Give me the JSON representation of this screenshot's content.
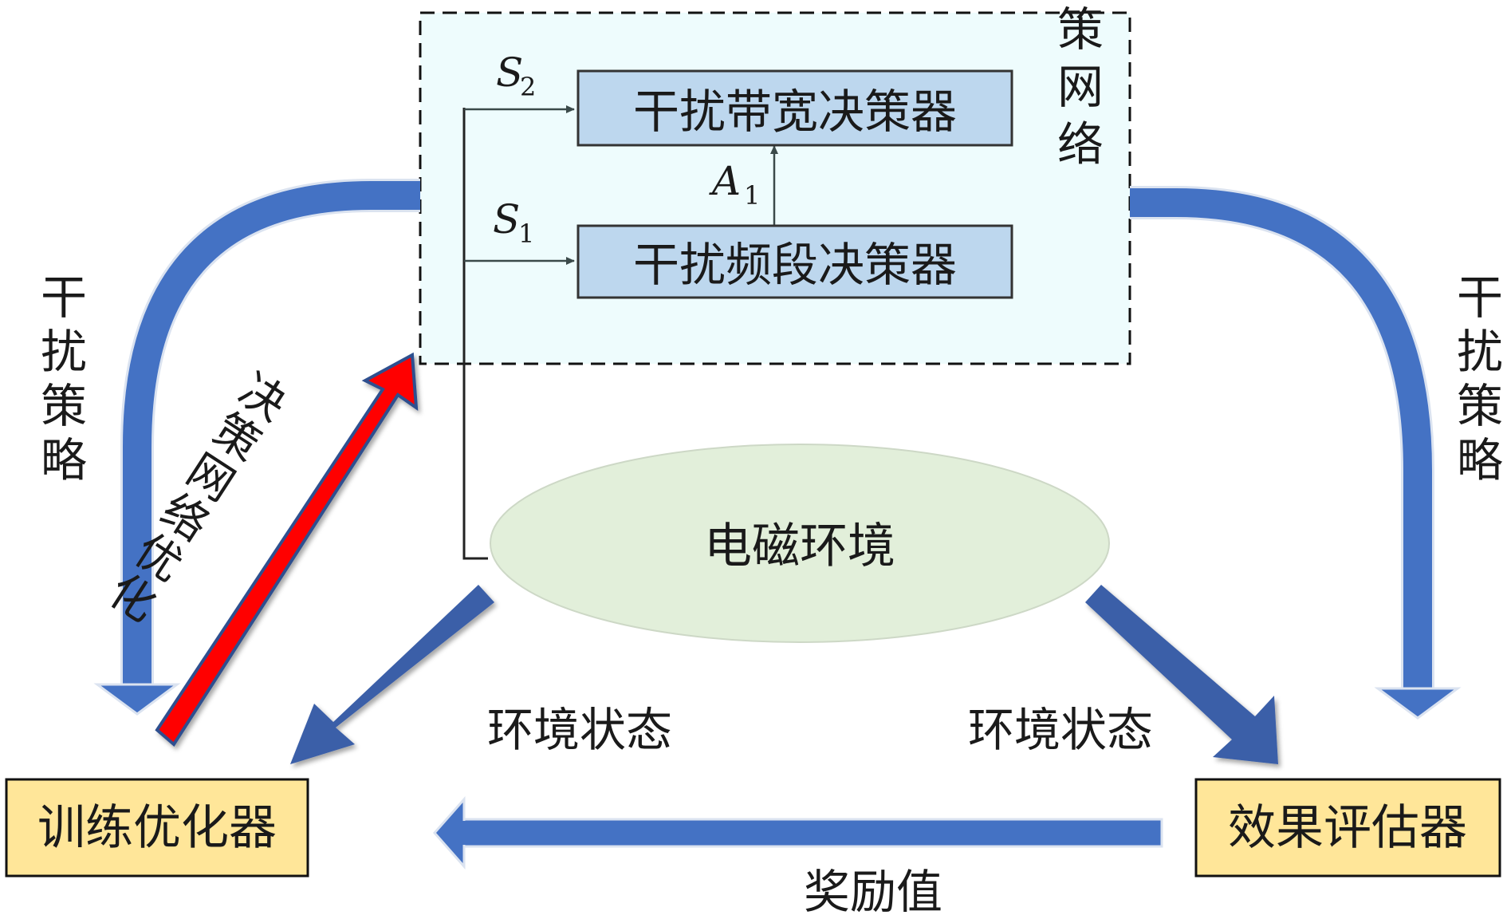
{
  "network": {
    "label": "决策网络",
    "band_decider": "干扰带宽决策器",
    "freq_decider": "干扰频段决策器",
    "s2_main": "S",
    "s2_sub": "2",
    "s1_main": "S",
    "s1_sub": "1",
    "a1_main": "A",
    "a1_sub": "1"
  },
  "environment": {
    "label": "电磁环境"
  },
  "left": {
    "strategy_label": "干扰策略",
    "optimize_label": "决策网络优化",
    "trainer": "训练优化器"
  },
  "right": {
    "strategy_label": "干扰策略",
    "evaluator": "效果评估器"
  },
  "bottom": {
    "env_state_left": "环境状态",
    "env_state_right": "环境状态",
    "reward": "奖励值"
  },
  "colors": {
    "network_bg": "#eefcfd",
    "decider_fill": "#bdd7ee",
    "ellipse_fill": "#e2efda",
    "box_fill": "#ffe699",
    "blue_arrow": "#4472c4",
    "dark_arrow": "#3a5ea8",
    "red_arrow": "#ff0000"
  }
}
